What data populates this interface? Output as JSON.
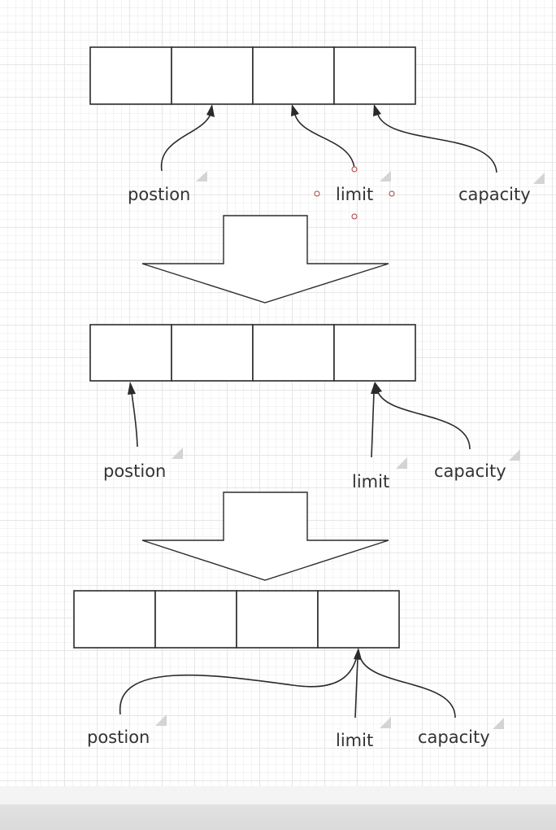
{
  "diagram": {
    "stage1": {
      "labels": {
        "position": "postion",
        "limit": "limit",
        "capacity": "capacity"
      }
    },
    "stage2": {
      "labels": {
        "position": "postion",
        "limit": "limit",
        "capacity": "capacity"
      }
    },
    "stage3": {
      "labels": {
        "position": "postion",
        "limit": "limit",
        "capacity": "capacity"
      }
    }
  },
  "colors": {
    "stroke": "#2b2b2b",
    "text": "#333333",
    "grid": "#e6e6e6",
    "selection_handle": "#b03a3a"
  }
}
